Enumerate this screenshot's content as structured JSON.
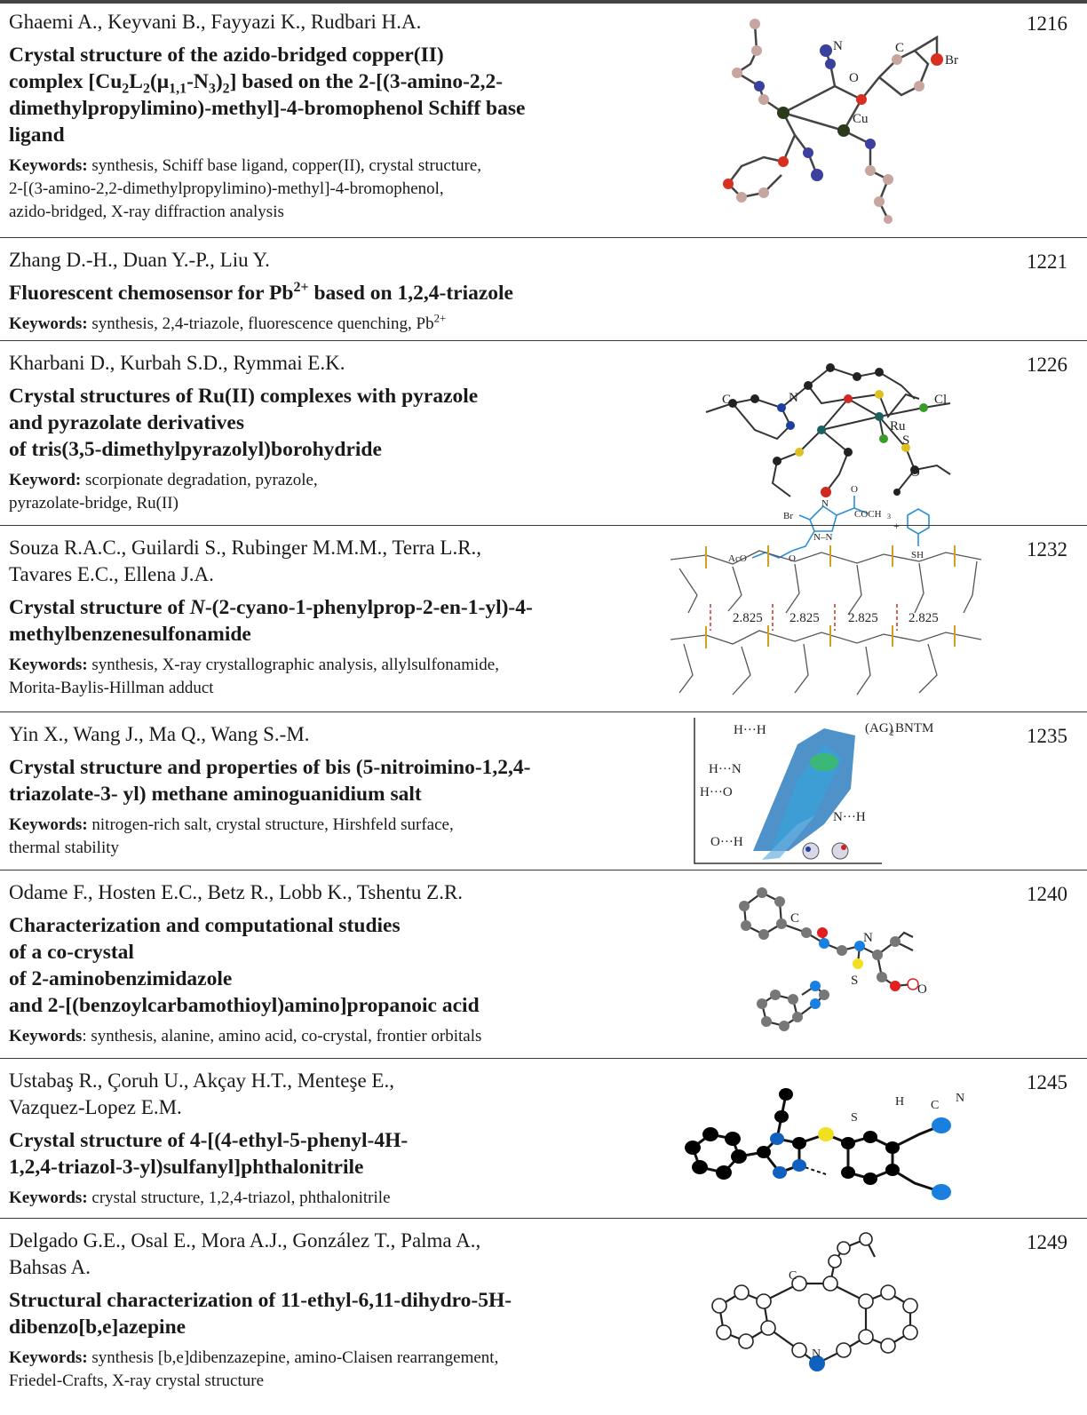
{
  "entries": [
    {
      "authors": "Ghaemi A., Keyvani B., Fayyazi K., Rudbari H.A.",
      "title_parts": [
        "Crystal structure of the azido-bridged copper(II)\ncomplex [Cu",
        "2",
        "L",
        "2",
        "(μ",
        "1,1",
        "-N",
        "3",
        ")",
        "2",
        "] based on the 2-[(3-amino-2,2-\ndimethylpropylimino)-methyl]-4-bromophenol Schiff base\nligand"
      ],
      "keywords_label": "Keywords:",
      "keywords": " synthesis, Schiff base ligand, copper(II), crystal structure,\n2-[(3-amino-2,2-dimethylpropylimino)-methyl]-4-bromophenol,\nazido-bridged, X-ray diffraction analysis",
      "page": "1216",
      "figure_labels": [
        "N",
        "C",
        "Br",
        "O",
        "Cu"
      ]
    },
    {
      "authors": "Zhang D.-H., Duan Y.-P., Liu Y.",
      "title_main": "Fluorescent chemosensor for Pb",
      "title_sup": "2+",
      "title_end": " based on 1,2,4-triazole",
      "keywords_label": "Keywords:",
      "keywords_main": " synthesis, 2,4-triazole, fluorescence quenching, Pb",
      "keywords_sup": "2+",
      "page": "1221",
      "figure_labels": [
        "O",
        "Br",
        "N",
        "COCH",
        "3",
        "N–N",
        "+",
        "AcO",
        "O",
        "SH"
      ]
    },
    {
      "authors": "Kharbani D., Kurbah S.D., Rymmai E.K.",
      "title": "Crystal structures of Ru(II) complexes with pyrazole\nand pyrazolate derivatives\nof tris(3,5-dimethylpyrazolyl)borohydride",
      "keywords_label": "Keyword:",
      "keywords": " scorpionate degradation, pyrazole,\npyrazolate-bridge, Ru(II)",
      "page": "1226",
      "figure_labels": [
        "C",
        "N",
        "Cl",
        "Ru",
        "S",
        "O"
      ]
    },
    {
      "authors": "Souza R.A.C., Guilardi S., Rubinger M.M.M., Terra L.R.,\nTavares E.C., Ellena J.A.",
      "title_pre": "Crystal structure of ",
      "title_italic": "N",
      "title_post": "-(2-cyano-1-phenylprop-2-en-1-yl)-4-\nmethylbenzenesulfonamide",
      "keywords_label": "Keywords:",
      "keywords": " synthesis, X-ray crystallographic analysis, allylsulfonamide,\nMorita-Baylis-Hillman adduct",
      "page": "1232",
      "figure_labels": [
        "2.825",
        "2.825",
        "2.825",
        "2.825"
      ]
    },
    {
      "authors": "Yin X., Wang J., Ma Q., Wang S.-M.",
      "title": "Crystal structure and properties of bis (5-nitroimino-1,2,4-\ntriazolate-3- yl) methane aminoguanidium salt",
      "keywords_label": "Keywords:",
      "keywords": " nitrogen-rich salt, crystal structure, Hirshfeld surface,\nthermal stability",
      "page": "1235",
      "figure_labels": [
        "H···H",
        "(AG)",
        "2",
        "BNTM",
        "H···N",
        "H···O",
        "N···H",
        "O···H"
      ]
    },
    {
      "authors": "Odame F., Hosten E.C., Betz R., Lobb K., Tshentu Z.R.",
      "title": "Characterization and computational studies\nof a co-crystal\nof 2-aminobenzimidazole\nand 2-[(benzoylcarbamothioyl)amino]propanoic acid",
      "keywords_label": "Keywords",
      "keywords": ": synthesis, alanine, amino acid, co-crystal, frontier orbitals",
      "page": "1240",
      "figure_labels": [
        "C",
        "N",
        "S",
        "O"
      ]
    },
    {
      "authors": "Ustabaş R., Çoruh U., Akçay H.T., Menteşe E.,\nVazquez-Lopez E.M.",
      "title": "Crystal structure of 4-[(4-ethyl-5-phenyl-4H-\n1,2,4-triazol-3-yl)sulfanyl]phthalonitrile",
      "keywords_label": "Keywords:",
      "keywords": " crystal structure, 1,2,4-triazol, phthalonitrile",
      "page": "1245",
      "figure_labels": [
        "S",
        "H",
        "C",
        "N"
      ]
    },
    {
      "authors": "Delgado G.E., Osal E., Mora A.J., González T., Palma A.,\nBahsas A.",
      "title": "Structural characterization of 11-ethyl-6,11-dihydro-5H-\ndibenzo[b,e]azepine",
      "keywords_label": "Keywords:",
      "keywords": " synthesis [b,e]dibenzazepine, amino-Claisen rearrangement,\nFriedel-Crafts, X-ray crystal structure",
      "page": "1249",
      "figure_labels": [
        "C",
        "N"
      ]
    }
  ]
}
